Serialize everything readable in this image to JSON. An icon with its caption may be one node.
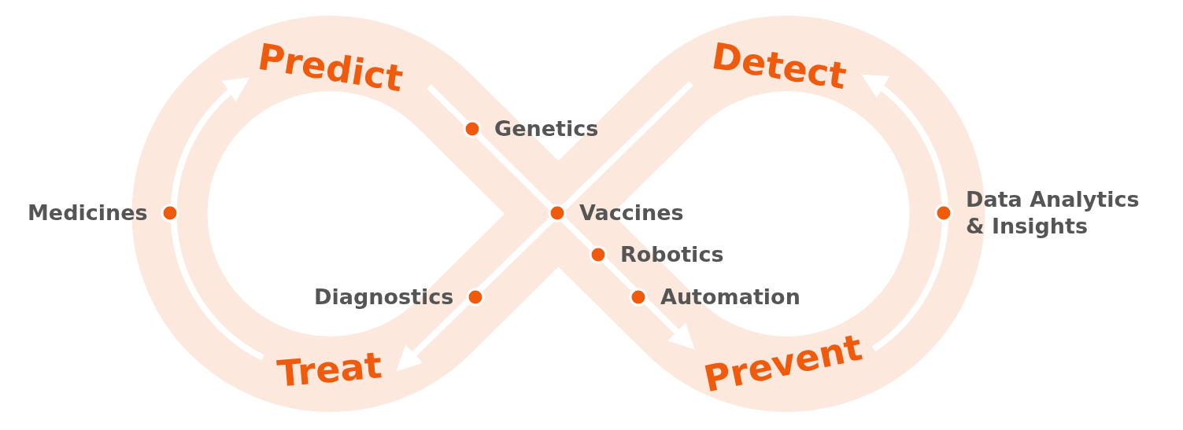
{
  "diagram": {
    "nodes": [
      {
        "text": [
          "Predict"
        ]
      },
      {
        "text": [
          "Detect"
        ]
      },
      {
        "text": [
          "Treat"
        ]
      },
      {
        "text": [
          "Prevent"
        ]
      }
    ],
    "edges": [
      {
        "from": 2,
        "to": 0,
        "arrow": "to"
      },
      {
        "from": 0,
        "to": 3,
        "arrow": "to"
      },
      {
        "from": 3,
        "to": 1,
        "arrow": "to"
      },
      {
        "from": 1,
        "to": 2,
        "arrow": "to"
      }
    ],
    "labels": [
      "Genetics",
      "Medicines",
      "Vaccines",
      "Data Analytics & Insights",
      "Robotics",
      "Diagnostics",
      "Automation"
    ]
  }
}
